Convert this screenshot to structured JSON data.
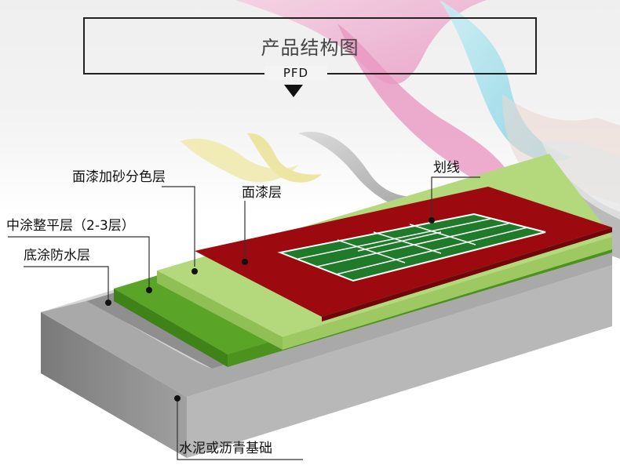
{
  "header": {
    "title": "产品结构图",
    "subtitle": "PFD"
  },
  "layers": {
    "top_paint_sand": "面漆加砂分色层",
    "top_paint": "面漆层",
    "line_marking": "划线",
    "middle_leveling": "中涂整平层（2-3层）",
    "primer_waterproof": "底涂防水层",
    "base": "水泥或沥青基础"
  },
  "colors": {
    "court_red": "#9c0a10",
    "court_green": "#1f7a2a",
    "light_green_layer": "#a9cf6e",
    "mid_green_layer": "#4f9a1f",
    "primer_gray": "#8e8e8e",
    "base_gray": "#cfcfcf"
  }
}
